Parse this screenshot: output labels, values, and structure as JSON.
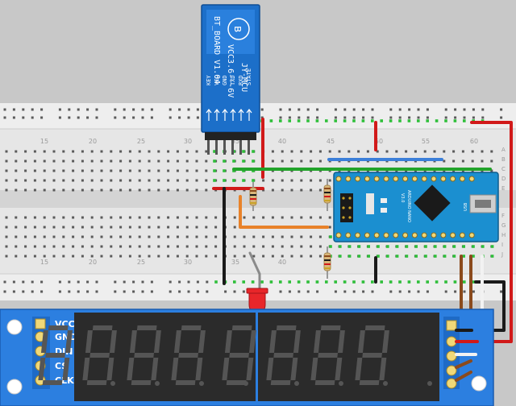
{
  "bt_module": {
    "line1": "JY-MCU",
    "line2": "VCC3.6---6V",
    "line3": "BT_BOARD V1.04",
    "pins": [
      "KEY",
      "VCC",
      "GND",
      "TXD",
      "RXD",
      "STATE"
    ],
    "color": "#1c6fc9"
  },
  "breadboard": {
    "column_labels": [
      "15",
      "20",
      "25",
      "30",
      "35",
      "40",
      "45",
      "50",
      "55",
      "60"
    ],
    "row_labels_top": [
      "A",
      "B",
      "C",
      "D",
      "E"
    ],
    "row_labels_bottom": [
      "F",
      "G",
      "H",
      "I",
      "J"
    ],
    "body_color": "#e6e6e6"
  },
  "arduino": {
    "name": "ARDUINO NANO",
    "version": "V3.0",
    "usb_label": "USB",
    "color": "#1b8fd0"
  },
  "display_module": {
    "pins": [
      "VCC",
      "GND",
      "DIN",
      "CS",
      "CLK"
    ],
    "digits": 8,
    "color": "#2c7fe0"
  },
  "wire_colors": {
    "red": "#d11a1a",
    "black": "#1a1a1a",
    "green": "#22a32a",
    "blue": "#3b7fd9",
    "orange": "#e8822a",
    "brown": "#8b4a1c",
    "white": "#f2f2f2",
    "gray": "#8a8a8a"
  }
}
